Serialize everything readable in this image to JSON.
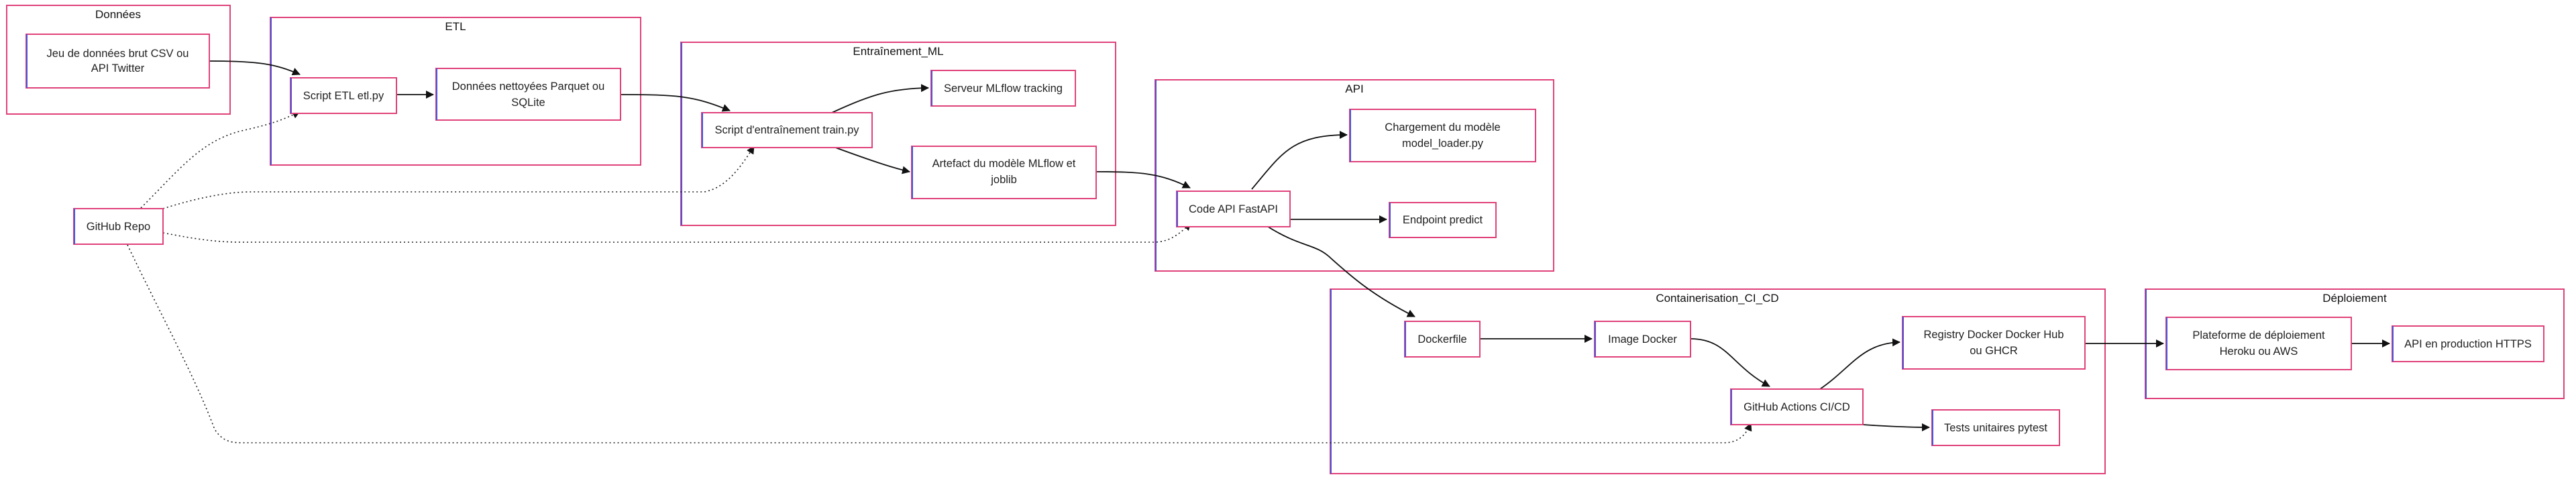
{
  "colors": {
    "pink": "#e0417a",
    "blue": "#4c55d6",
    "edge": "#111111",
    "background": "#ffffff"
  },
  "clusters": {
    "donnees": "Données",
    "etl": "ETL",
    "entrainement_ml": "Entraînement_ML",
    "api": "API",
    "containerisation": "Containerisation_CI_CD",
    "deploiement": "Déploiement"
  },
  "nodes": {
    "raw_data": [
      "Jeu de données brut CSV ou",
      "API Twitter"
    ],
    "etl_script": [
      "Script ETL etl.py"
    ],
    "clean_data": [
      "Données nettoyées Parquet ou",
      "SQLite"
    ],
    "train_script": [
      "Script d'entraînement train.py"
    ],
    "mlflow_server": [
      "Serveur MLflow tracking"
    ],
    "model_artifact": [
      "Artefact du modèle MLflow et",
      "joblib"
    ],
    "api_code": [
      "Code API FastAPI"
    ],
    "model_loading": [
      "Chargement du modèle",
      "model_loader.py"
    ],
    "predict_endpoint": [
      "Endpoint predict"
    ],
    "github_repo": [
      "GitHub Repo"
    ],
    "dockerfile": [
      "Dockerfile"
    ],
    "docker_image": [
      "Image Docker"
    ],
    "github_actions": [
      "GitHub Actions CI/CD"
    ],
    "unit_tests": [
      "Tests unitaires pytest"
    ],
    "registry": [
      "Registry Docker Docker Hub",
      "ou GHCR"
    ],
    "platform": [
      "Plateforme de déploiement",
      "Heroku ou AWS"
    ],
    "production_api": [
      "API en production HTTPS"
    ]
  }
}
